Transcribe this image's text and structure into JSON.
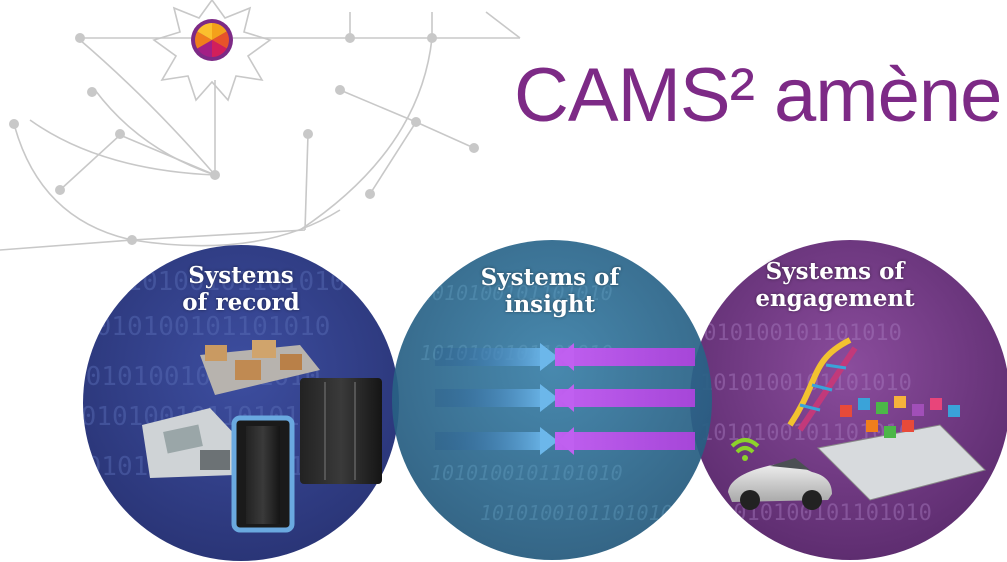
{
  "title": {
    "text": "CAMS² amène"
  },
  "circles": [
    {
      "key": "record",
      "line1": "Systems",
      "line2": "of record",
      "color": "#34418f"
    },
    {
      "key": "insight",
      "line1": "Systems of",
      "line2": "insight",
      "color": "#2f6d94"
    },
    {
      "key": "engagement",
      "line1": "Systems of",
      "line2": "engagement",
      "color": "#7a3f8c"
    }
  ],
  "binary_text": "1010100101101010",
  "colors": {
    "title": "#7d2a86",
    "arrow_blue": "#5aa6dc",
    "arrow_purple": "#b14fe0",
    "network": "#c8c8c8"
  },
  "icons": [
    "sunburst-logo-icon",
    "conveyor-boxes-icon",
    "credit-card-terminal-icon",
    "mainframe-server-icon",
    "dna-helix-icon",
    "sports-car-icon",
    "wifi-icon",
    "tablet-apps-icon"
  ]
}
